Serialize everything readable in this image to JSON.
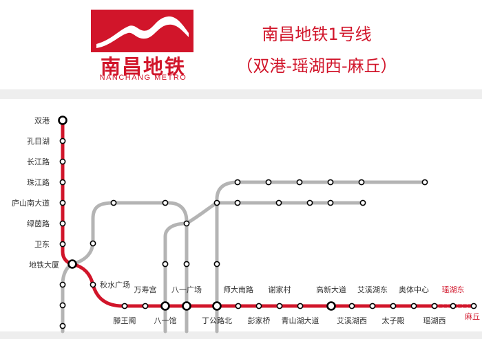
{
  "header": {
    "logo_cn": "南昌地铁",
    "logo_en": "NANCHANG METRO",
    "title": "南昌地铁1号线",
    "subtitle": "（双港-瑶湖西-麻丘）"
  },
  "colors": {
    "line1": "#d1152a",
    "other_lines": "#b4b4b4",
    "future": "#d1152a",
    "station_fill": "#ffffff"
  },
  "stations": {
    "vertical": [
      "双港",
      "孔目湖",
      "长江路",
      "珠江路",
      "庐山南大道",
      "绿茵路",
      "卫东",
      "地铁大厦"
    ],
    "horizontal_top": [
      "秋水广场",
      "万寿宫",
      "八一广场",
      "师大南路",
      "谢家村",
      "高新大道",
      "艾溪湖东",
      "奥体中心"
    ],
    "horizontal_bottom": [
      "滕王阁",
      "八一馆",
      "丁公路北",
      "彭家桥",
      "青山湖大道",
      "艾溪湖西",
      "太子殿",
      "瑶湖西"
    ],
    "future": [
      "瑶湖东",
      "麻丘"
    ]
  }
}
